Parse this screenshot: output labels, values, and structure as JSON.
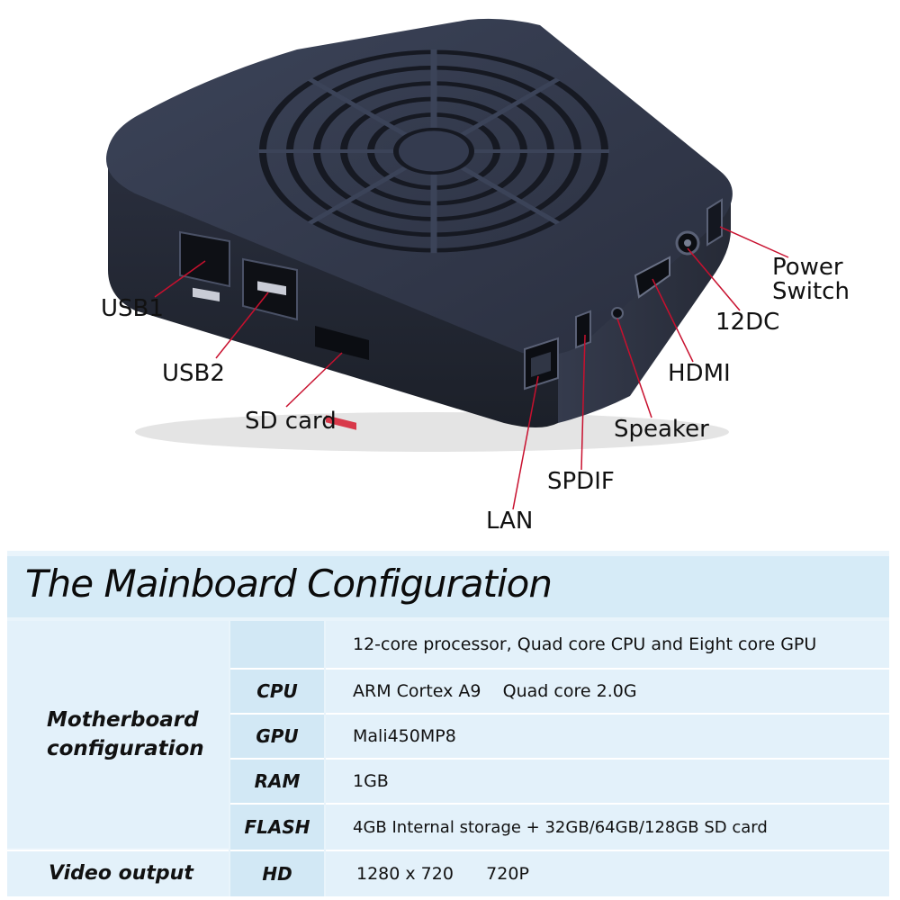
{
  "callouts": {
    "usb1": "USB1",
    "usb2": "USB2",
    "sd_card": "SD card",
    "lan": "LAN",
    "spdif": "SPDIF",
    "speaker": "Speaker",
    "hdmi": "HDMI",
    "dc": "12DC",
    "power_line1": "Power",
    "power_line2": "Switch"
  },
  "spec": {
    "title": "The Mainboard Configuration",
    "group_label_line1": "Motherboard",
    "group_label_line2": "configuration",
    "summary": "12-core processor, Quad core CPU and Eight core GPU",
    "rows": [
      {
        "label": "CPU",
        "value": "ARM Cortex A9    Quad core 2.0G"
      },
      {
        "label": "GPU",
        "value": "Mali450MP8"
      },
      {
        "label": "RAM",
        "value": "1GB"
      },
      {
        "label": "FLASH",
        "value": "4GB Internal storage + 32GB/64GB/128GB SD card"
      }
    ],
    "video_group": "Video output",
    "video_row": {
      "label": "HD",
      "value": "1280 x 720      720P"
    }
  },
  "colors": {
    "device_body": "#2e3446",
    "callout_line": "#c8102e",
    "panel_bg": "#e3f1fa",
    "title_band": "#d6ebf7"
  }
}
